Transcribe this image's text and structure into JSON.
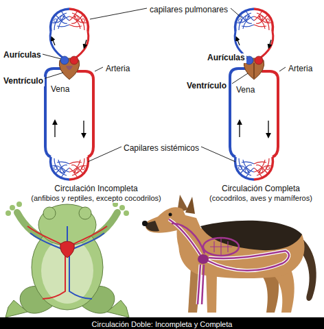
{
  "diagram": {
    "caption": "Circulación Doble: Incompleta y Completa",
    "labels": [
      "capilares pulmonares",
      "Aurículas",
      "Ventrículo",
      "Vena",
      "Arteria",
      "Capilares sistémicos",
      "Circulación Incompleta",
      "(anfibios y reptiles, excepto cocodrilos)",
      "Aurículas",
      "Ventrículo",
      "Vena",
      "Arteria",
      "Circulación Completa",
      "(cocodrilos, aves y mamíferos)"
    ]
  }
}
